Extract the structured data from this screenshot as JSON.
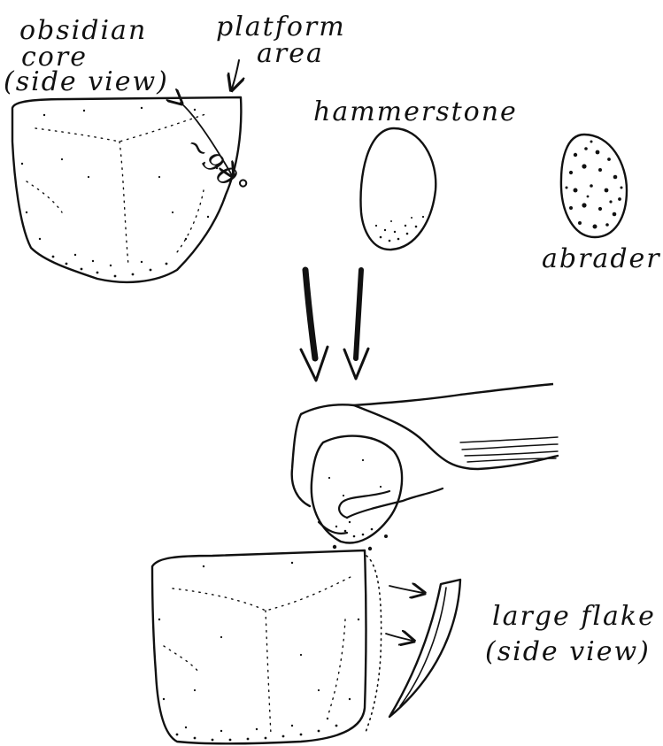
{
  "labels": {
    "obsidian_core_line1": "obsidian",
    "obsidian_core_line2": "core",
    "obsidian_core_line3": "(side view)",
    "platform_line1": "platform",
    "platform_line2": "area",
    "angle": "~90°",
    "hammerstone": "hammerstone",
    "abrader": "abrader",
    "large_flake_line1": "large flake",
    "large_flake_line2": "(side view)"
  },
  "colors": {
    "ink": "#111111",
    "paper": "#ffffff"
  }
}
